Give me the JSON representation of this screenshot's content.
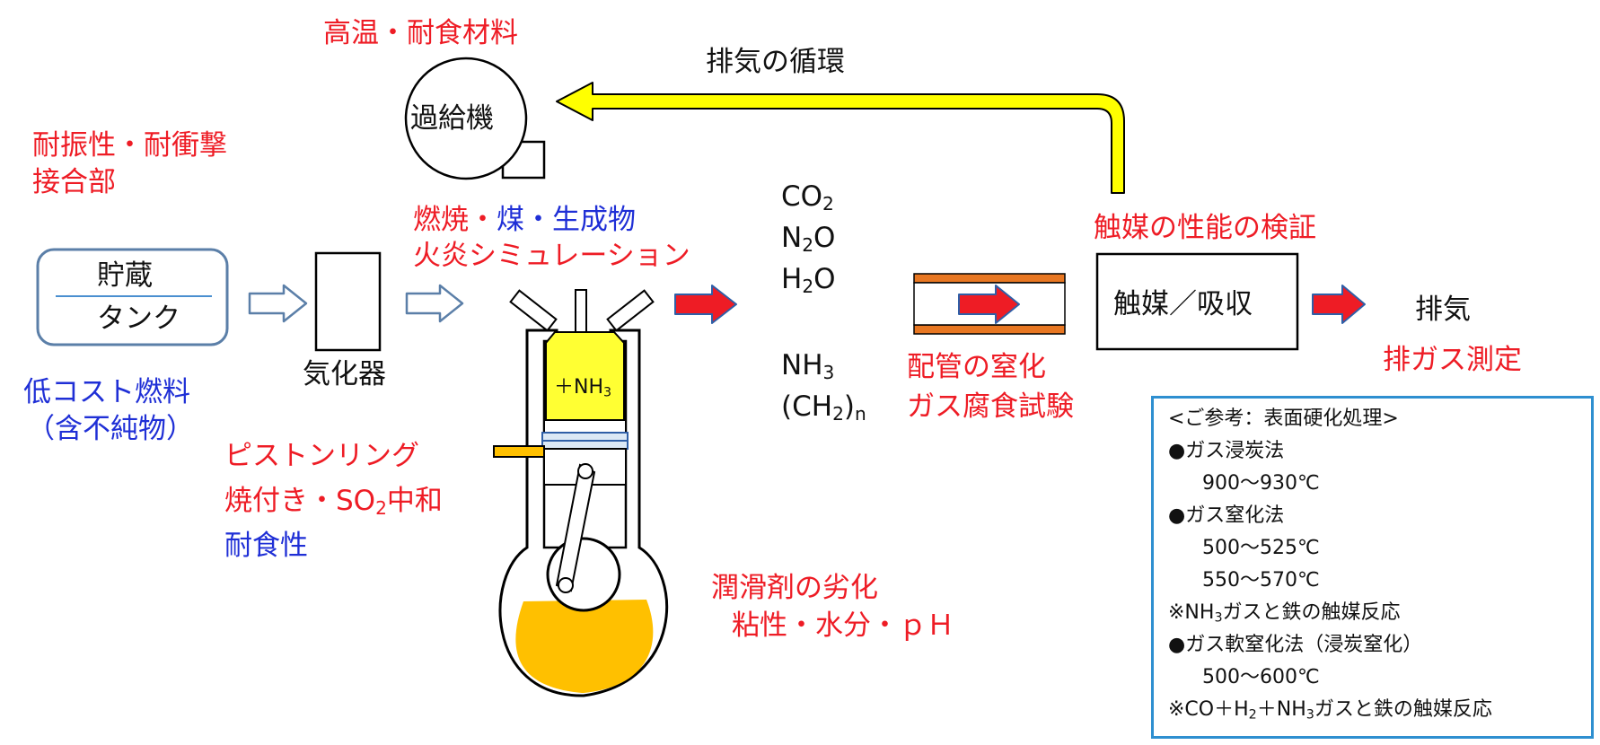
{
  "labels": {
    "high_temp": "高温・耐食材料",
    "vibration_1": "耐振性・耐衝撃",
    "vibration_2": "接合部",
    "recirculation": "排気の循環",
    "turbo": "過給機",
    "tank_top": "貯蔵",
    "tank_bottom": "タンク",
    "vaporizer": "気化器",
    "low_cost_1": "低コスト燃料",
    "low_cost_2": "（含不純物）",
    "combustion_1a": "燃焼・",
    "combustion_1b": "煤・生成物",
    "combustion_2": "火炎シミュレーション",
    "piston_1": "ピストンリング",
    "piston_2a": "焼付き・SO",
    "piston_2sub": "2",
    "piston_2b": "中和",
    "piston_3": "耐食性",
    "fuel_charge_pre": "＋NH",
    "fuel_charge_sub": "3",
    "lubricant_1": "潤滑剤の劣化",
    "lubricant_2": "粘性・水分・ｐＨ",
    "co2": "CO",
    "co2_sub": "2",
    "n2o_a": "N",
    "n2o_sub": "2",
    "n2o_b": "O",
    "h2o_a": "H",
    "h2o_sub": "2",
    "h2o_b": "O",
    "nh3_a": "NH",
    "nh3_sub": "3",
    "ch2_a": "(CH",
    "ch2_sub": "2",
    "ch2_b": ")",
    "ch2_n": "n",
    "pipe_1": "配管の窒化",
    "pipe_2": "ガス腐食試験",
    "catalyst_verify": "触媒の性能の検証",
    "catalyst_box": "触媒／吸収",
    "exhaust": "排気",
    "exhaust_measure": "排ガス測定"
  },
  "reference": {
    "title": "<ご参考：表面硬化処理>",
    "carburizing": "●ガス浸炭法",
    "carburizing_temp": "900～930℃",
    "nitriding": "●ガス窒化法",
    "nitriding_temp_1": "500～525℃",
    "nitriding_temp_2": "550～570℃",
    "nh3_note_pre": "※NH",
    "nh3_note_sub": "3",
    "nh3_note_post": "ガスと鉄の触媒反応",
    "soft_nitriding": "●ガス軟窒化法（浸炭窒化）",
    "soft_nitriding_temp": "500～600℃",
    "co_note_a": "※CO＋H",
    "co_note_sub1": "2",
    "co_note_b": "＋NH",
    "co_note_sub2": "3",
    "co_note_c": "ガスと鉄の触媒反応"
  },
  "colors": {
    "issue_red": "#ee1c25",
    "issue_blue": "#1f2fd6",
    "recirc_yellow": "#ffff00",
    "fuel_yellow": "#ffff33",
    "oil_orange": "#ffc000",
    "pipe_orange": "#e87722",
    "tank_blue": "#5b7fa8",
    "ref_border": "#2e8fd0"
  }
}
